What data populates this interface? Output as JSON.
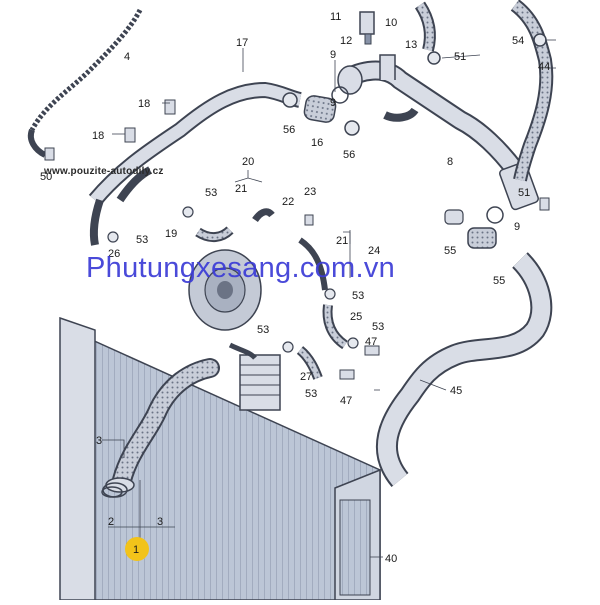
{
  "site_tag": "www.pouzite-autodily.cz",
  "watermark": "Phutungxesang.com.vn",
  "colors": {
    "part_fill": "#d9dde6",
    "part_stroke": "#3e4452",
    "hose_fill": "#c9ced9",
    "radiator_fill": "#bcc6d6",
    "highlight": "#f2c31a",
    "watermark": "#3b3bd6"
  },
  "callouts": {
    "c1": "1",
    "c2": "2",
    "c3a": "3",
    "c3b": "3",
    "c4": "4",
    "c8": "8",
    "c9a": "9",
    "c9b": "9",
    "c10": "10",
    "c11": "11",
    "c12": "12",
    "c13": "13",
    "c16": "16",
    "c17": "17",
    "c18a": "18",
    "c18b": "18",
    "c19": "19",
    "c20": "20",
    "c21a": "21",
    "c21b": "21",
    "c22": "22",
    "c23": "23",
    "c24": "24",
    "c25": "25",
    "c26": "26",
    "c27": "27",
    "c40": "40",
    "c44": "44",
    "c45": "45",
    "c47a": "47",
    "c47b": "47",
    "c50": "50",
    "c51a": "51",
    "c51b": "51",
    "c53a": "53",
    "c53b": "53",
    "c53c": "53",
    "c53d": "53",
    "c53e": "53",
    "c53f": "53",
    "c54": "54",
    "c55a": "55",
    "c55b": "55",
    "c56a": "56",
    "c56b": "56",
    "c9c": "9"
  }
}
